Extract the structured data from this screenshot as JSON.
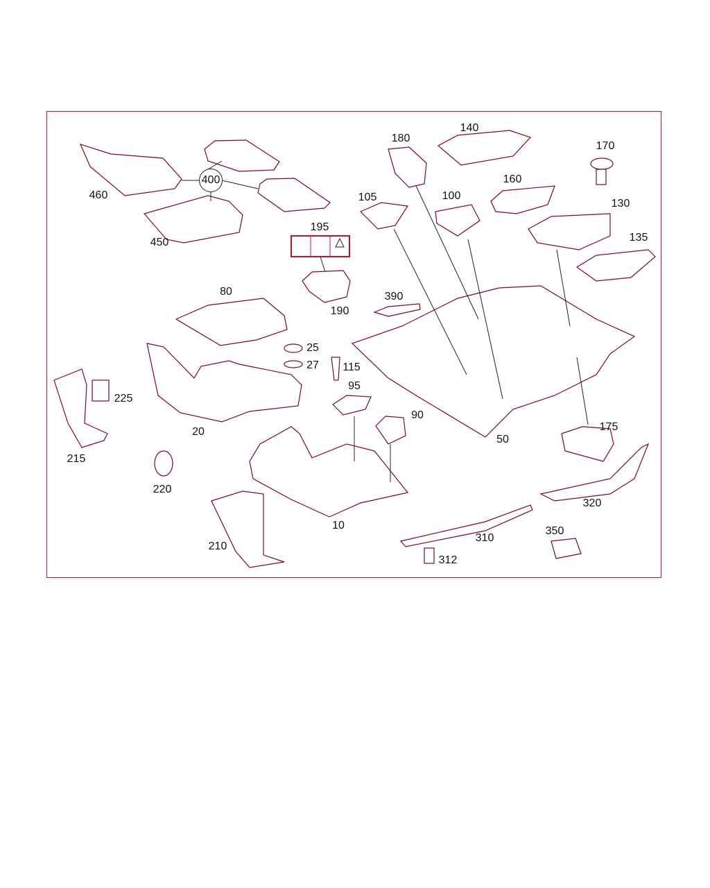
{
  "diagram": {
    "frame_color": "#c0102a",
    "callouts": [
      {
        "id": "460",
        "label": "460"
      },
      {
        "id": "400",
        "label": "400"
      },
      {
        "id": "450",
        "label": "450"
      },
      {
        "id": "195",
        "label": "195"
      },
      {
        "id": "190",
        "label": "190"
      },
      {
        "id": "80",
        "label": "80"
      },
      {
        "id": "25",
        "label": "25"
      },
      {
        "id": "27",
        "label": "27"
      },
      {
        "id": "115",
        "label": "115"
      },
      {
        "id": "95",
        "label": "95"
      },
      {
        "id": "90",
        "label": "90"
      },
      {
        "id": "20",
        "label": "20"
      },
      {
        "id": "225",
        "label": "225"
      },
      {
        "id": "215",
        "label": "215"
      },
      {
        "id": "220",
        "label": "220"
      },
      {
        "id": "210",
        "label": "210"
      },
      {
        "id": "10",
        "label": "10"
      },
      {
        "id": "180",
        "label": "180"
      },
      {
        "id": "140",
        "label": "140"
      },
      {
        "id": "170",
        "label": "170"
      },
      {
        "id": "105",
        "label": "105"
      },
      {
        "id": "100",
        "label": "100"
      },
      {
        "id": "160",
        "label": "160"
      },
      {
        "id": "130",
        "label": "130"
      },
      {
        "id": "135",
        "label": "135"
      },
      {
        "id": "390",
        "label": "390"
      },
      {
        "id": "50",
        "label": "50"
      },
      {
        "id": "175",
        "label": "175"
      },
      {
        "id": "320",
        "label": "320"
      },
      {
        "id": "310",
        "label": "310"
      },
      {
        "id": "350",
        "label": "350"
      },
      {
        "id": "312",
        "label": "312"
      }
    ]
  }
}
